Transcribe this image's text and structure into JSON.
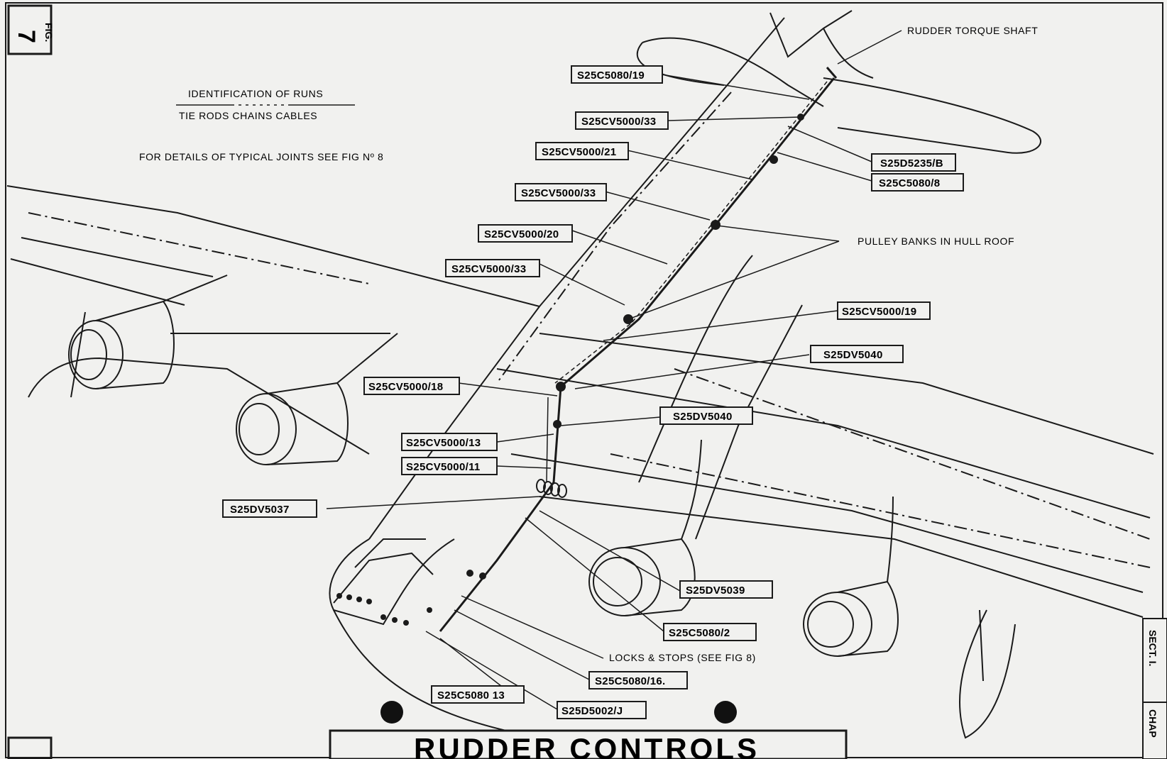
{
  "figure": {
    "fig_word": "FIG.",
    "number": "7"
  },
  "legend": {
    "title": "IDENTIFICATION OF RUNS",
    "runs": "TIE RODS   CHAINS   CABLES",
    "details_note": "FOR DETAILS OF TYPICAL JOINTS SEE FIG Nº 8"
  },
  "annotations": {
    "rudder_torque_shaft": "RUDDER TORQUE SHAFT",
    "pulley_banks": "PULLEY BANKS IN HULL ROOF",
    "locks_stops": "LOCKS & STOPS (SEE FIG 8)"
  },
  "part_labels": [
    "S25C5080/19",
    "S25CV5000/33",
    "S25CV5000/21",
    "S25CV5000/33",
    "S25CV5000/20",
    "S25CV5000/33",
    "S25D5235/B",
    "S25C5080/8",
    "S25CV5000/19",
    "S25DV5040",
    "S25CV5000/18",
    "S25DV5040",
    "S25CV5000/13",
    "S25CV5000/11",
    "S25DV5037",
    "S25DV5039",
    "S25C5080/2",
    "S25C5080/16.",
    "S25C5080 13",
    "S25D5002/J"
  ],
  "title": "RUDDER   CONTROLS",
  "side_tab": {
    "section": "SECT. I.",
    "chapter": "CHAP"
  },
  "colors": {
    "paper": "#f1f1ef",
    "ink": "#1a1a1a"
  }
}
